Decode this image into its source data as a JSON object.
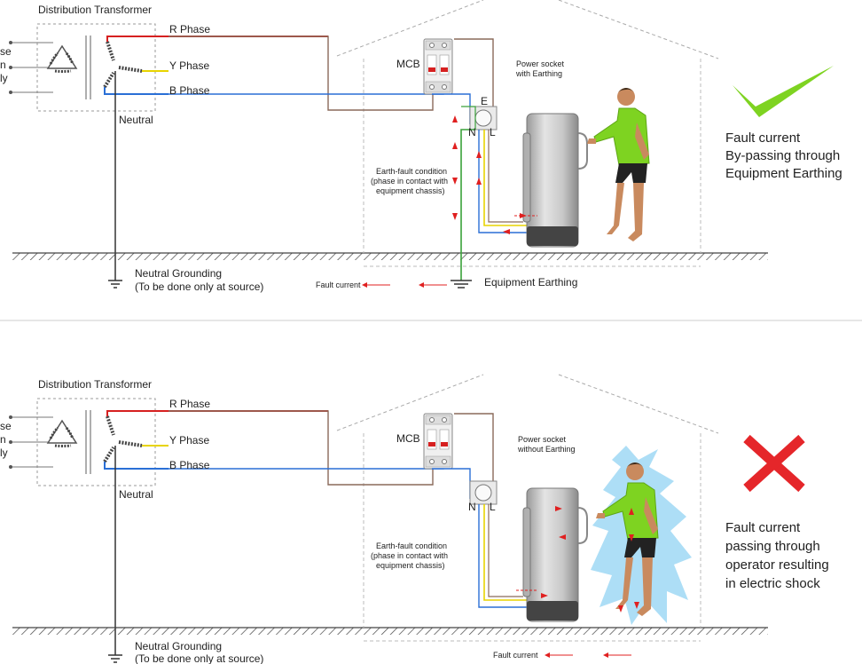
{
  "panels": [
    {
      "transformer_title": "Distribution Transformer",
      "supply_label": [
        "se",
        "n",
        "ly"
      ],
      "phases": [
        "R Phase",
        "Y Phase",
        "B Phase"
      ],
      "neutral": "Neutral",
      "mcb": "MCB",
      "socket": [
        "Power socket",
        "with Earthing"
      ],
      "terminals": [
        "E",
        "N",
        "L"
      ],
      "fault_condition": [
        "Earth-fault condition",
        "(phase in contact with",
        "equipment chassis)"
      ],
      "grounding": [
        "Neutral Grounding",
        "(To be done only at source)"
      ],
      "fault_current": "Fault current",
      "equipment_earthing": "Equipment Earthing",
      "verdict_icon": "check-icon",
      "verdict_text": [
        "Fault current",
        "By-passing through",
        "Equipment Earthing"
      ]
    },
    {
      "transformer_title": "Distribution Transformer",
      "supply_label": [
        "se",
        "n",
        "ly"
      ],
      "phases": [
        "R Phase",
        "Y Phase",
        "B Phase"
      ],
      "neutral": "Neutral",
      "mcb": "MCB",
      "socket": [
        "Power socket",
        "without Earthing"
      ],
      "terminals": [
        "N",
        "L"
      ],
      "fault_condition": [
        "Earth-fault condition",
        "(phase in contact with",
        "equipment chassis)"
      ],
      "grounding": [
        "Neutral Grounding",
        "(To be done only at source)"
      ],
      "fault_current": "Fault current",
      "verdict_icon": "cross-icon",
      "verdict_text": [
        "Fault current",
        "passing through",
        "operator resulting",
        "in electric shock"
      ]
    }
  ],
  "colors": {
    "r_phase": "#d62020",
    "y_phase": "#e8d400",
    "b_phase": "#2a6fd6",
    "earth": "#3aa23a",
    "neutral": "#333333",
    "fault": "#e02020",
    "check": "#7ed321",
    "cross": "#e5262a",
    "shock": "#9fd8f5"
  }
}
